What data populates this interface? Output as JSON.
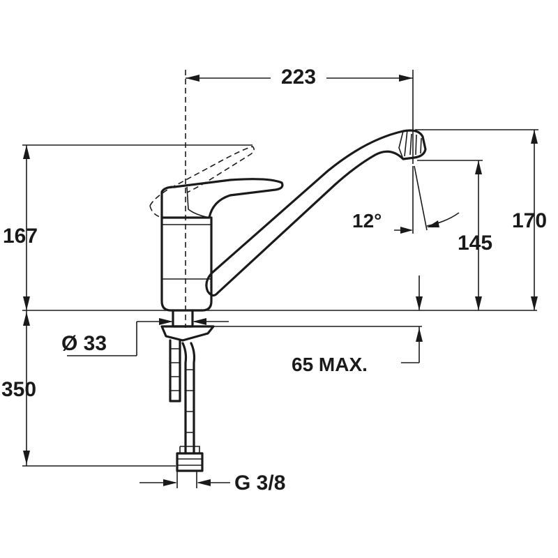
{
  "dimensions": {
    "width_223": "223",
    "height_170": "170",
    "height_167": "167",
    "height_145": "145",
    "angle_12": "12°",
    "diameter_33": "Ø 33",
    "max_65": "65 MAX.",
    "hose_350": "350",
    "thread_g38": "G 3/8"
  },
  "colors": {
    "ink": "#1a1a1a",
    "background": "#ffffff"
  }
}
